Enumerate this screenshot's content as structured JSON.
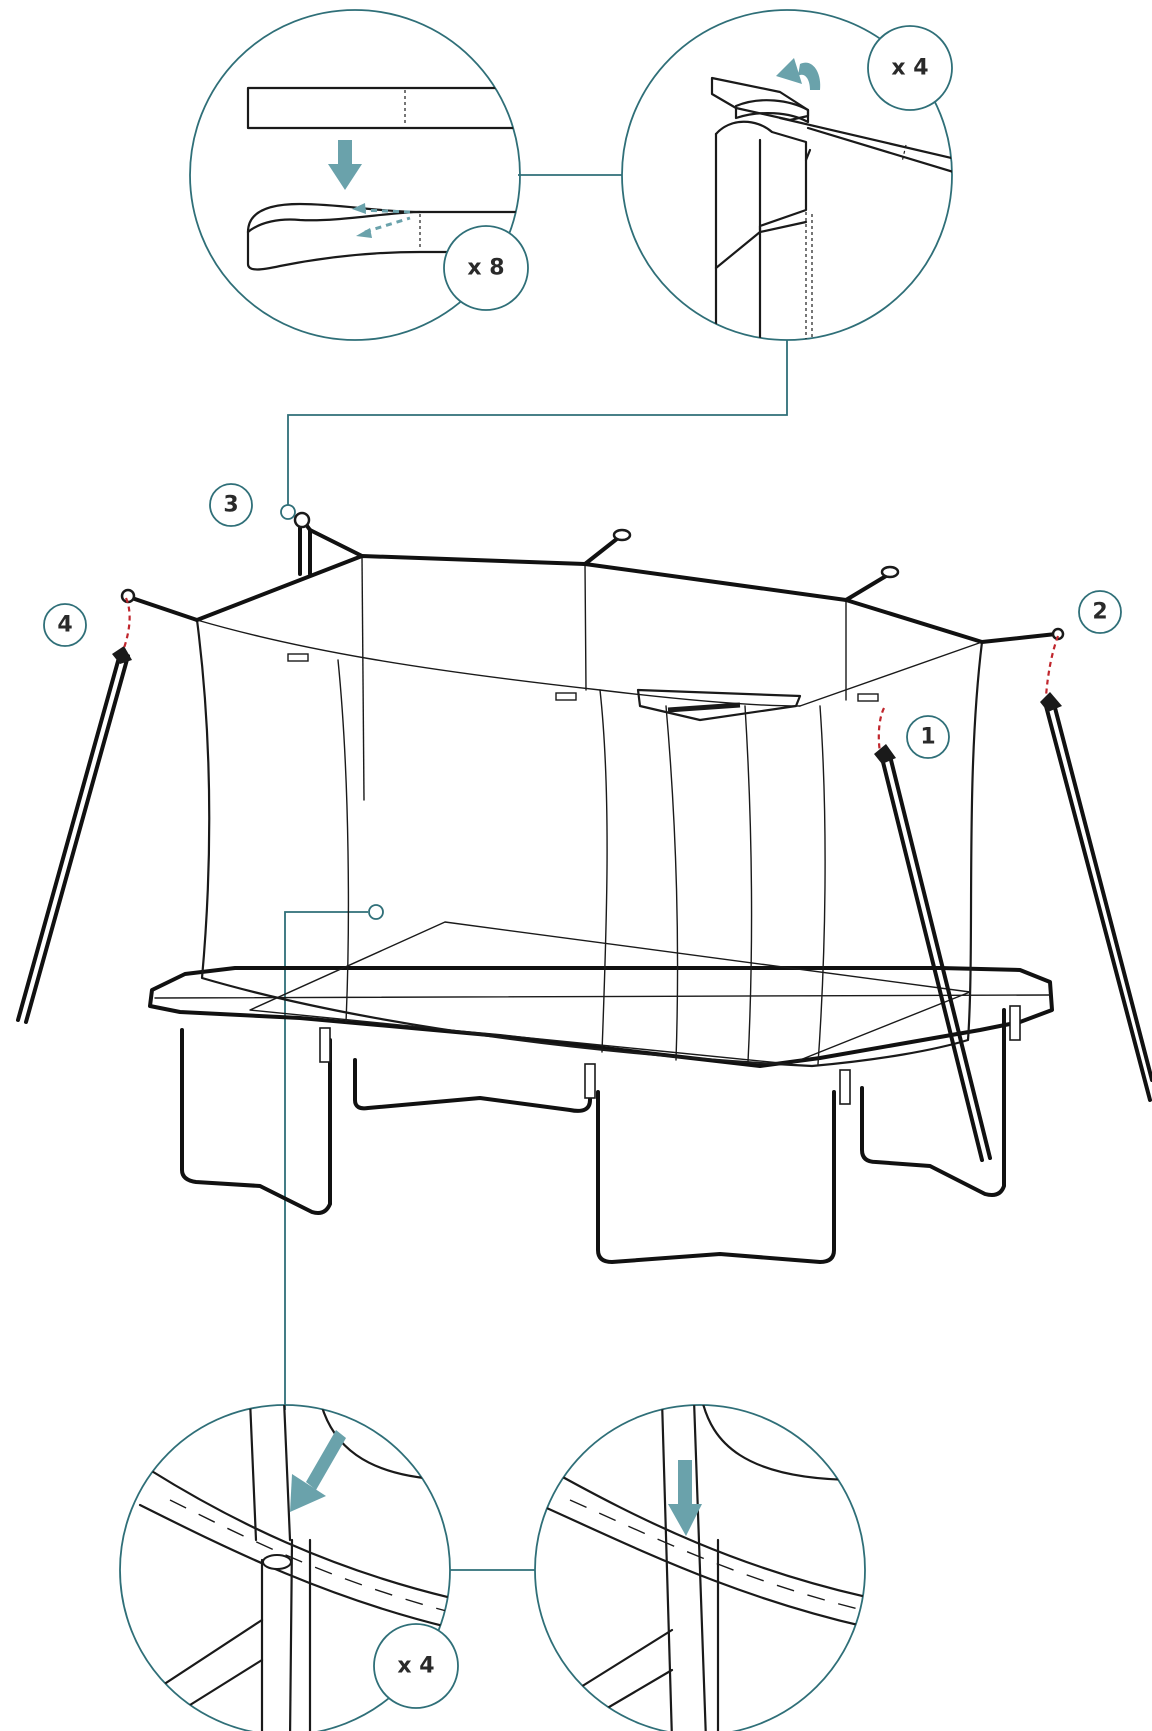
{
  "colors": {
    "callout_line": "#2f6f78",
    "arrow": "#6aa2ab",
    "red_guide": "#c0262d",
    "ink": "#1a1a1a"
  },
  "badges": {
    "strap": "x 8",
    "pole_cap": "x 4",
    "pole_insert": "x 4"
  },
  "steps": {
    "one": "1",
    "two": "2",
    "three": "3",
    "four": "4"
  },
  "icons": {
    "down_arrow": "arrow-down-icon",
    "rotate_arrow": "rotate-arrow-icon",
    "diagonal_arrow": "arrow-diagonal-icon"
  }
}
